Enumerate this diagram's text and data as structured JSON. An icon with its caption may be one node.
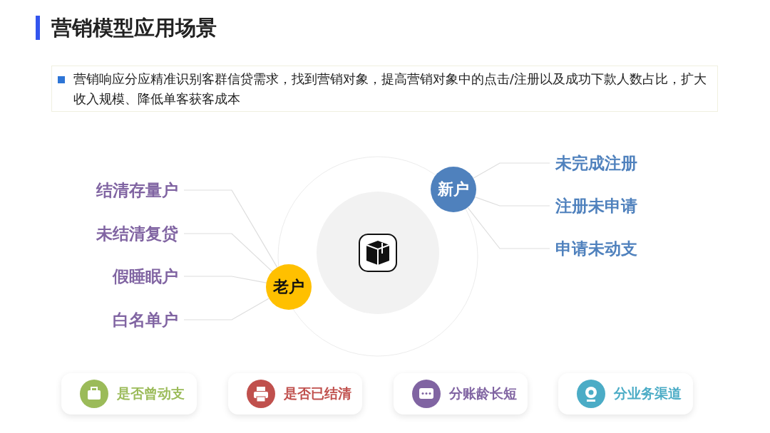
{
  "diagram": {
    "title": "营销模型应用场景",
    "nodes": [
      {
        "text": [
          "老户"
        ]
      },
      {
        "text": [
          "结清存量户"
        ]
      },
      {
        "text": [
          "未结清复贷"
        ]
      },
      {
        "text": [
          "假睡眠户"
        ]
      },
      {
        "text": [
          "白名单户"
        ]
      },
      {
        "text": [
          "新户"
        ]
      },
      {
        "text": [
          "未完成注册"
        ]
      },
      {
        "text": [
          "注册未申请"
        ]
      },
      {
        "text": [
          "申请未动支"
        ]
      },
      {
        "text": [
          "营销响应分应精准识别客群信贷需求，找到营销对象，提高营销对象中的点击/注册以及成功下款人数占比，扩大收入规模、降低单客获客成本"
        ]
      },
      {
        "text": [
          "是否曾动支"
        ]
      },
      {
        "text": [
          "是否已结清"
        ]
      },
      {
        "text": [
          "分账龄长短"
        ]
      },
      {
        "text": [
          "分业务渠道"
        ]
      }
    ],
    "edges": [
      {
        "from": 1,
        "to": 0,
        "arrow": "none"
      },
      {
        "from": 2,
        "to": 0,
        "arrow": "none"
      },
      {
        "from": 3,
        "to": 0,
        "arrow": "none"
      },
      {
        "from": 4,
        "to": 0,
        "arrow": "none"
      },
      {
        "from": 5,
        "to": 6,
        "arrow": "none"
      },
      {
        "from": 5,
        "to": 7,
        "arrow": "none"
      },
      {
        "from": 5,
        "to": 8,
        "arrow": "none"
      }
    ]
  }
}
